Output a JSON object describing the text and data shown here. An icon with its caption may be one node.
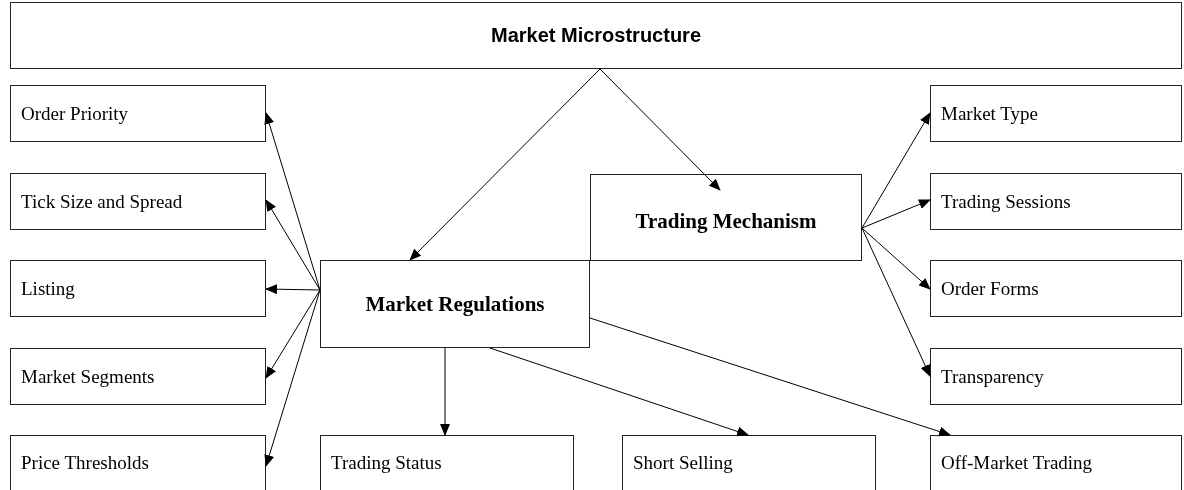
{
  "diagram": {
    "nodes": [
      {
        "text": [
          "Market Microstructure"
        ]
      },
      {
        "text": [
          "Order Priority"
        ]
      },
      {
        "text": [
          "Market Type"
        ]
      },
      {
        "text": [
          "Tick Size and Spread"
        ]
      },
      {
        "text": [
          "Trading Mechanism"
        ]
      },
      {
        "text": [
          "Trading Sessions"
        ]
      },
      {
        "text": [
          "Listing"
        ]
      },
      {
        "text": [
          "Market Regulations"
        ]
      },
      {
        "text": [
          "Order Forms"
        ]
      },
      {
        "text": [
          "Market Segments"
        ]
      },
      {
        "text": [
          "Transparency"
        ]
      },
      {
        "text": [
          "Price Thresholds"
        ]
      },
      {
        "text": [
          "Trading Status"
        ]
      },
      {
        "text": [
          "Short Selling"
        ]
      },
      {
        "text": [
          "Off-Market Trading"
        ]
      }
    ],
    "edges": [
      {
        "from": 0,
        "to": 7,
        "arrow": "to"
      },
      {
        "from": 0,
        "to": 4,
        "arrow": "to"
      },
      {
        "from": 7,
        "to": 1,
        "arrow": "to"
      },
      {
        "from": 7,
        "to": 3,
        "arrow": "to"
      },
      {
        "from": 7,
        "to": 6,
        "arrow": "to"
      },
      {
        "from": 7,
        "to": 9,
        "arrow": "to"
      },
      {
        "from": 7,
        "to": 11,
        "arrow": "to"
      },
      {
        "from": 4,
        "to": 2,
        "arrow": "to"
      },
      {
        "from": 4,
        "to": 5,
        "arrow": "to"
      },
      {
        "from": 4,
        "to": 8,
        "arrow": "to"
      },
      {
        "from": 4,
        "to": 10,
        "arrow": "to"
      },
      {
        "from": 7,
        "to": 12,
        "arrow": "to"
      },
      {
        "from": 7,
        "to": 13,
        "arrow": "to"
      },
      {
        "from": 7,
        "to": 14,
        "arrow": "to"
      }
    ]
  }
}
